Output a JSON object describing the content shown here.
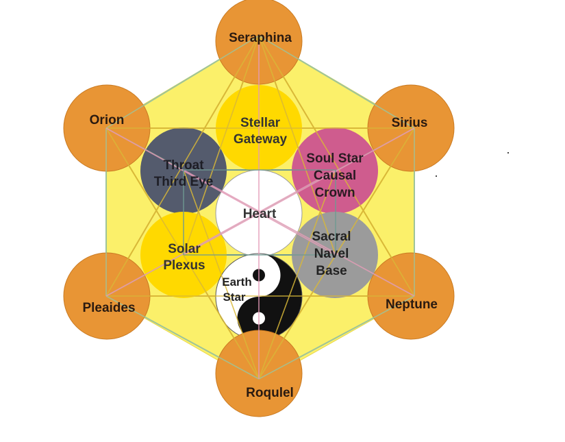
{
  "outer_nodes": [
    {
      "id": "seraphina",
      "label": "Seraphina"
    },
    {
      "id": "orion",
      "label": "Orion"
    },
    {
      "id": "sirius",
      "label": "Sirius"
    },
    {
      "id": "pleaides",
      "label": "Pleaides"
    },
    {
      "id": "neptune",
      "label": "Neptune"
    },
    {
      "id": "roqulel",
      "label": "Roqulel"
    }
  ],
  "inner_nodes": [
    {
      "id": "stellar-gateway",
      "lines": [
        "Stellar",
        "Gateway"
      ]
    },
    {
      "id": "throat-third-eye",
      "lines": [
        "Throat",
        "Third Eye"
      ]
    },
    {
      "id": "soul-star",
      "lines": [
        "Soul Star",
        "Causal",
        "Crown"
      ]
    },
    {
      "id": "heart",
      "lines": [
        "Heart"
      ]
    },
    {
      "id": "solar-plexus",
      "lines": [
        "Solar",
        "Plexus"
      ]
    },
    {
      "id": "sacral",
      "lines": [
        "Sacral",
        "Navel",
        "Base"
      ]
    },
    {
      "id": "earth-star",
      "lines": [
        "Earth",
        "Star"
      ]
    }
  ],
  "colors": {
    "hexagon_fill": "#fbf06a",
    "hexagon_stroke": "#e8d84a",
    "outer_circle": "#e89535",
    "outer_circle_stroke": "#c97a22",
    "stellar_gateway": "#ffd900",
    "throat_third_eye": "#545b6d",
    "soul_star": "#cf5c8e",
    "heart": "#ffffff",
    "solar_plexus": "#ffd900",
    "sacral": "#9b9b9b",
    "yin": "#111111",
    "yang": "#ffffff",
    "line_green": "#9ec49a",
    "line_pink": "#e49ab8",
    "line_gold": "#d9b838",
    "line_teal": "#6e9a92"
  },
  "icons": {
    "earth_star": "yin-yang-icon"
  }
}
